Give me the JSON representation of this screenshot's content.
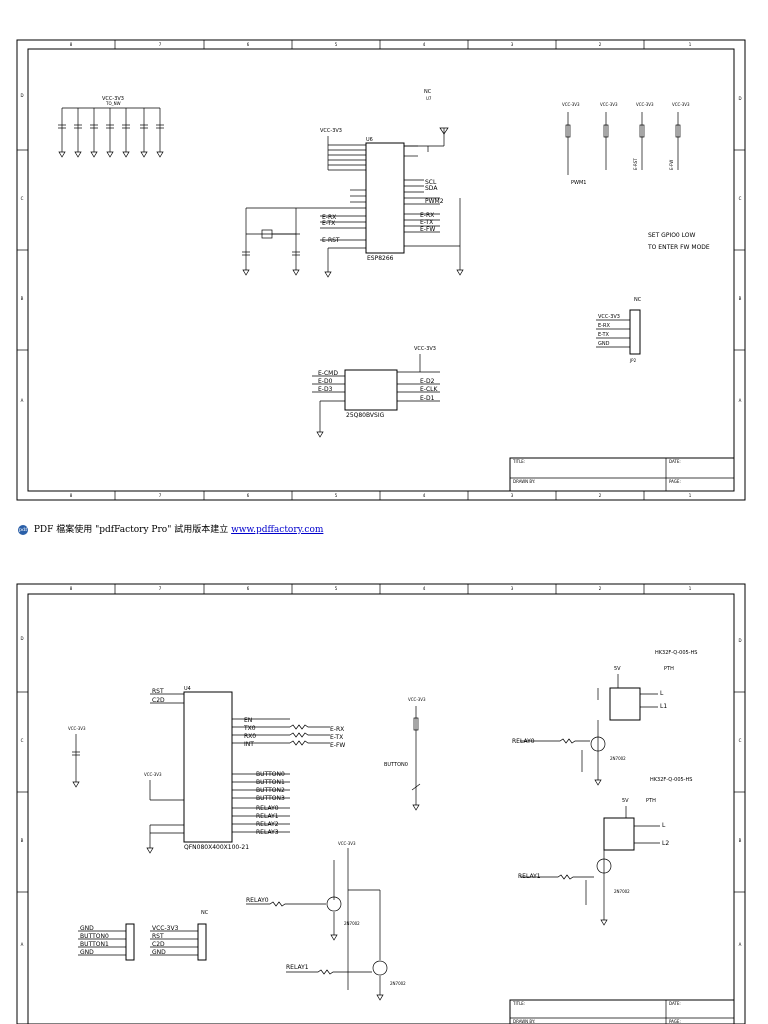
{
  "frame": {
    "cols": [
      "8",
      "7",
      "6",
      "5",
      "4",
      "3",
      "2",
      "1"
    ],
    "rows": [
      "D",
      "C",
      "B",
      "A"
    ]
  },
  "sheet1": {
    "power_top": "VCC-3V3",
    "power_sub": "TO_NW",
    "nc_top": "NC",
    "nc_sub": "U7",
    "esp_ref": "U6",
    "esp_name": "ESP8266",
    "esp_power": "VCC-3V3",
    "right_vcc": [
      "VCC-3V3",
      "VCC-3V3",
      "VCC-3V3",
      "VCC-3V3"
    ],
    "right_nets": [
      "PWM1",
      "E-RST",
      "E-FW"
    ],
    "pins_left": [
      "E-RX",
      "E-TX",
      "E-RST"
    ],
    "pins_right": [
      "SCL",
      "SDA",
      "PWM2",
      "E-RX",
      "E-TX",
      "E-FW"
    ],
    "note_line1": "SET GPIO0 LOW",
    "note_line2": "TO ENTER FW MODE",
    "conn_nc": "NC",
    "conn_nets": [
      "VCC-3V3",
      "E-RX",
      "E-TX",
      "GND"
    ],
    "conn_ref": "JP2",
    "flash_vcc": "VCC-3V3",
    "flash_left": [
      "E-CMD",
      "E-D0",
      "E-D3"
    ],
    "flash_right": [
      "E-D2",
      "E-CLK",
      "E-D1"
    ],
    "flash_name": "25Q80BVSIG",
    "tb_title": "TITLE:",
    "tb_date": "DATE:",
    "tb_drawn": "DRAWN BY:",
    "tb_page": "PAGE:"
  },
  "footer": {
    "logo": "pdf",
    "text": "PDF 檔案使用 \"pdfFactory Pro\" 試用版本建立",
    "link": "www.pdffactory.com"
  },
  "sheet2": {
    "mcu_ref": "U4",
    "mcu_name": "QFN080X400X100-21",
    "mcu_left": [
      "RST",
      "C2D"
    ],
    "mcu_right": [
      "EN",
      "TX0",
      "RX0",
      "INT",
      "BUTTON0",
      "BUTTON1",
      "BUTTON2",
      "BUTTON3",
      "RELAY0",
      "RELAY1",
      "RELAY2",
      "RELAY3"
    ],
    "res_nets": [
      "E-RX",
      "E-TX",
      "E-FW"
    ],
    "vcc_left": "VCC-3V3",
    "vcc_mid": "VCC-3V3",
    "vcc_btn": "VCC-3V3",
    "button_label": "BUTTON0",
    "relay_net0": "RELAY0",
    "relay_net1": "RELAY1",
    "relay_part1": "HK32F-Q-005-HS",
    "relay_part2": "HK32F-Q-005-HS",
    "relay_pth": "PTH",
    "relay_5v": "5V",
    "l_labels": [
      "L",
      "L1",
      "L",
      "L2"
    ],
    "hdr1_nets": [
      "GND",
      "BUTTON0",
      "BUTTON1",
      "GND"
    ],
    "hdr2_vcc": "VCC-3V3",
    "hdr2_nets": [
      "RST",
      "C2D",
      "GND"
    ],
    "hdr_nc": "NC",
    "transistor": "2N7002",
    "tb_title": "TITLE:",
    "tb_date": "DATE:",
    "tb_drawn": "DRAWN BY:",
    "tb_page": "PAGE:"
  }
}
